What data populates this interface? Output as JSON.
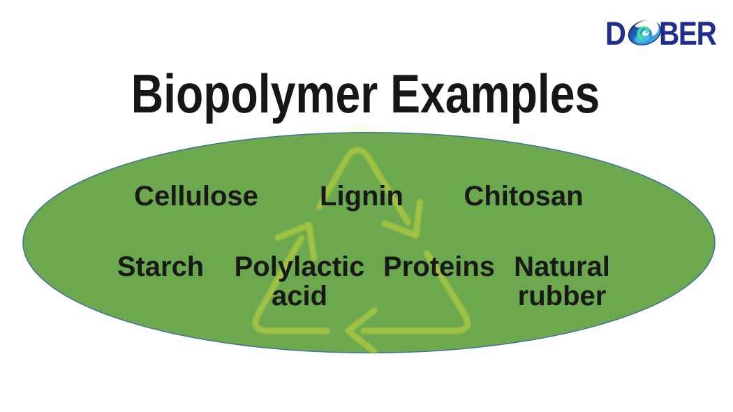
{
  "logo": {
    "text": "DOBER",
    "prefix": "D",
    "suffix": "BER",
    "o_icon": "swirl-o-icon"
  },
  "title": "Biopolymer Examples",
  "diagram": {
    "items": [
      {
        "label": "Cellulose",
        "lines": [
          "Cellulose"
        ]
      },
      {
        "label": "Lignin",
        "lines": [
          "Lignin"
        ]
      },
      {
        "label": "Chitosan",
        "lines": [
          "Chitosan"
        ]
      },
      {
        "label": "Starch",
        "lines": [
          "Starch"
        ]
      },
      {
        "label": "Polylactic acid",
        "lines": [
          "Polylactic",
          "acid"
        ]
      },
      {
        "label": "Proteins",
        "lines": [
          "Proteins"
        ]
      },
      {
        "label": "Natural rubber",
        "lines": [
          "Natural",
          "rubber"
        ]
      }
    ]
  },
  "colors": {
    "ellipse-fill": "#6ba84e",
    "ellipse-stroke": "#41719c",
    "watermark": "#d8dd3a",
    "text": "#191919",
    "logo-navy": "#1f2d8c"
  }
}
